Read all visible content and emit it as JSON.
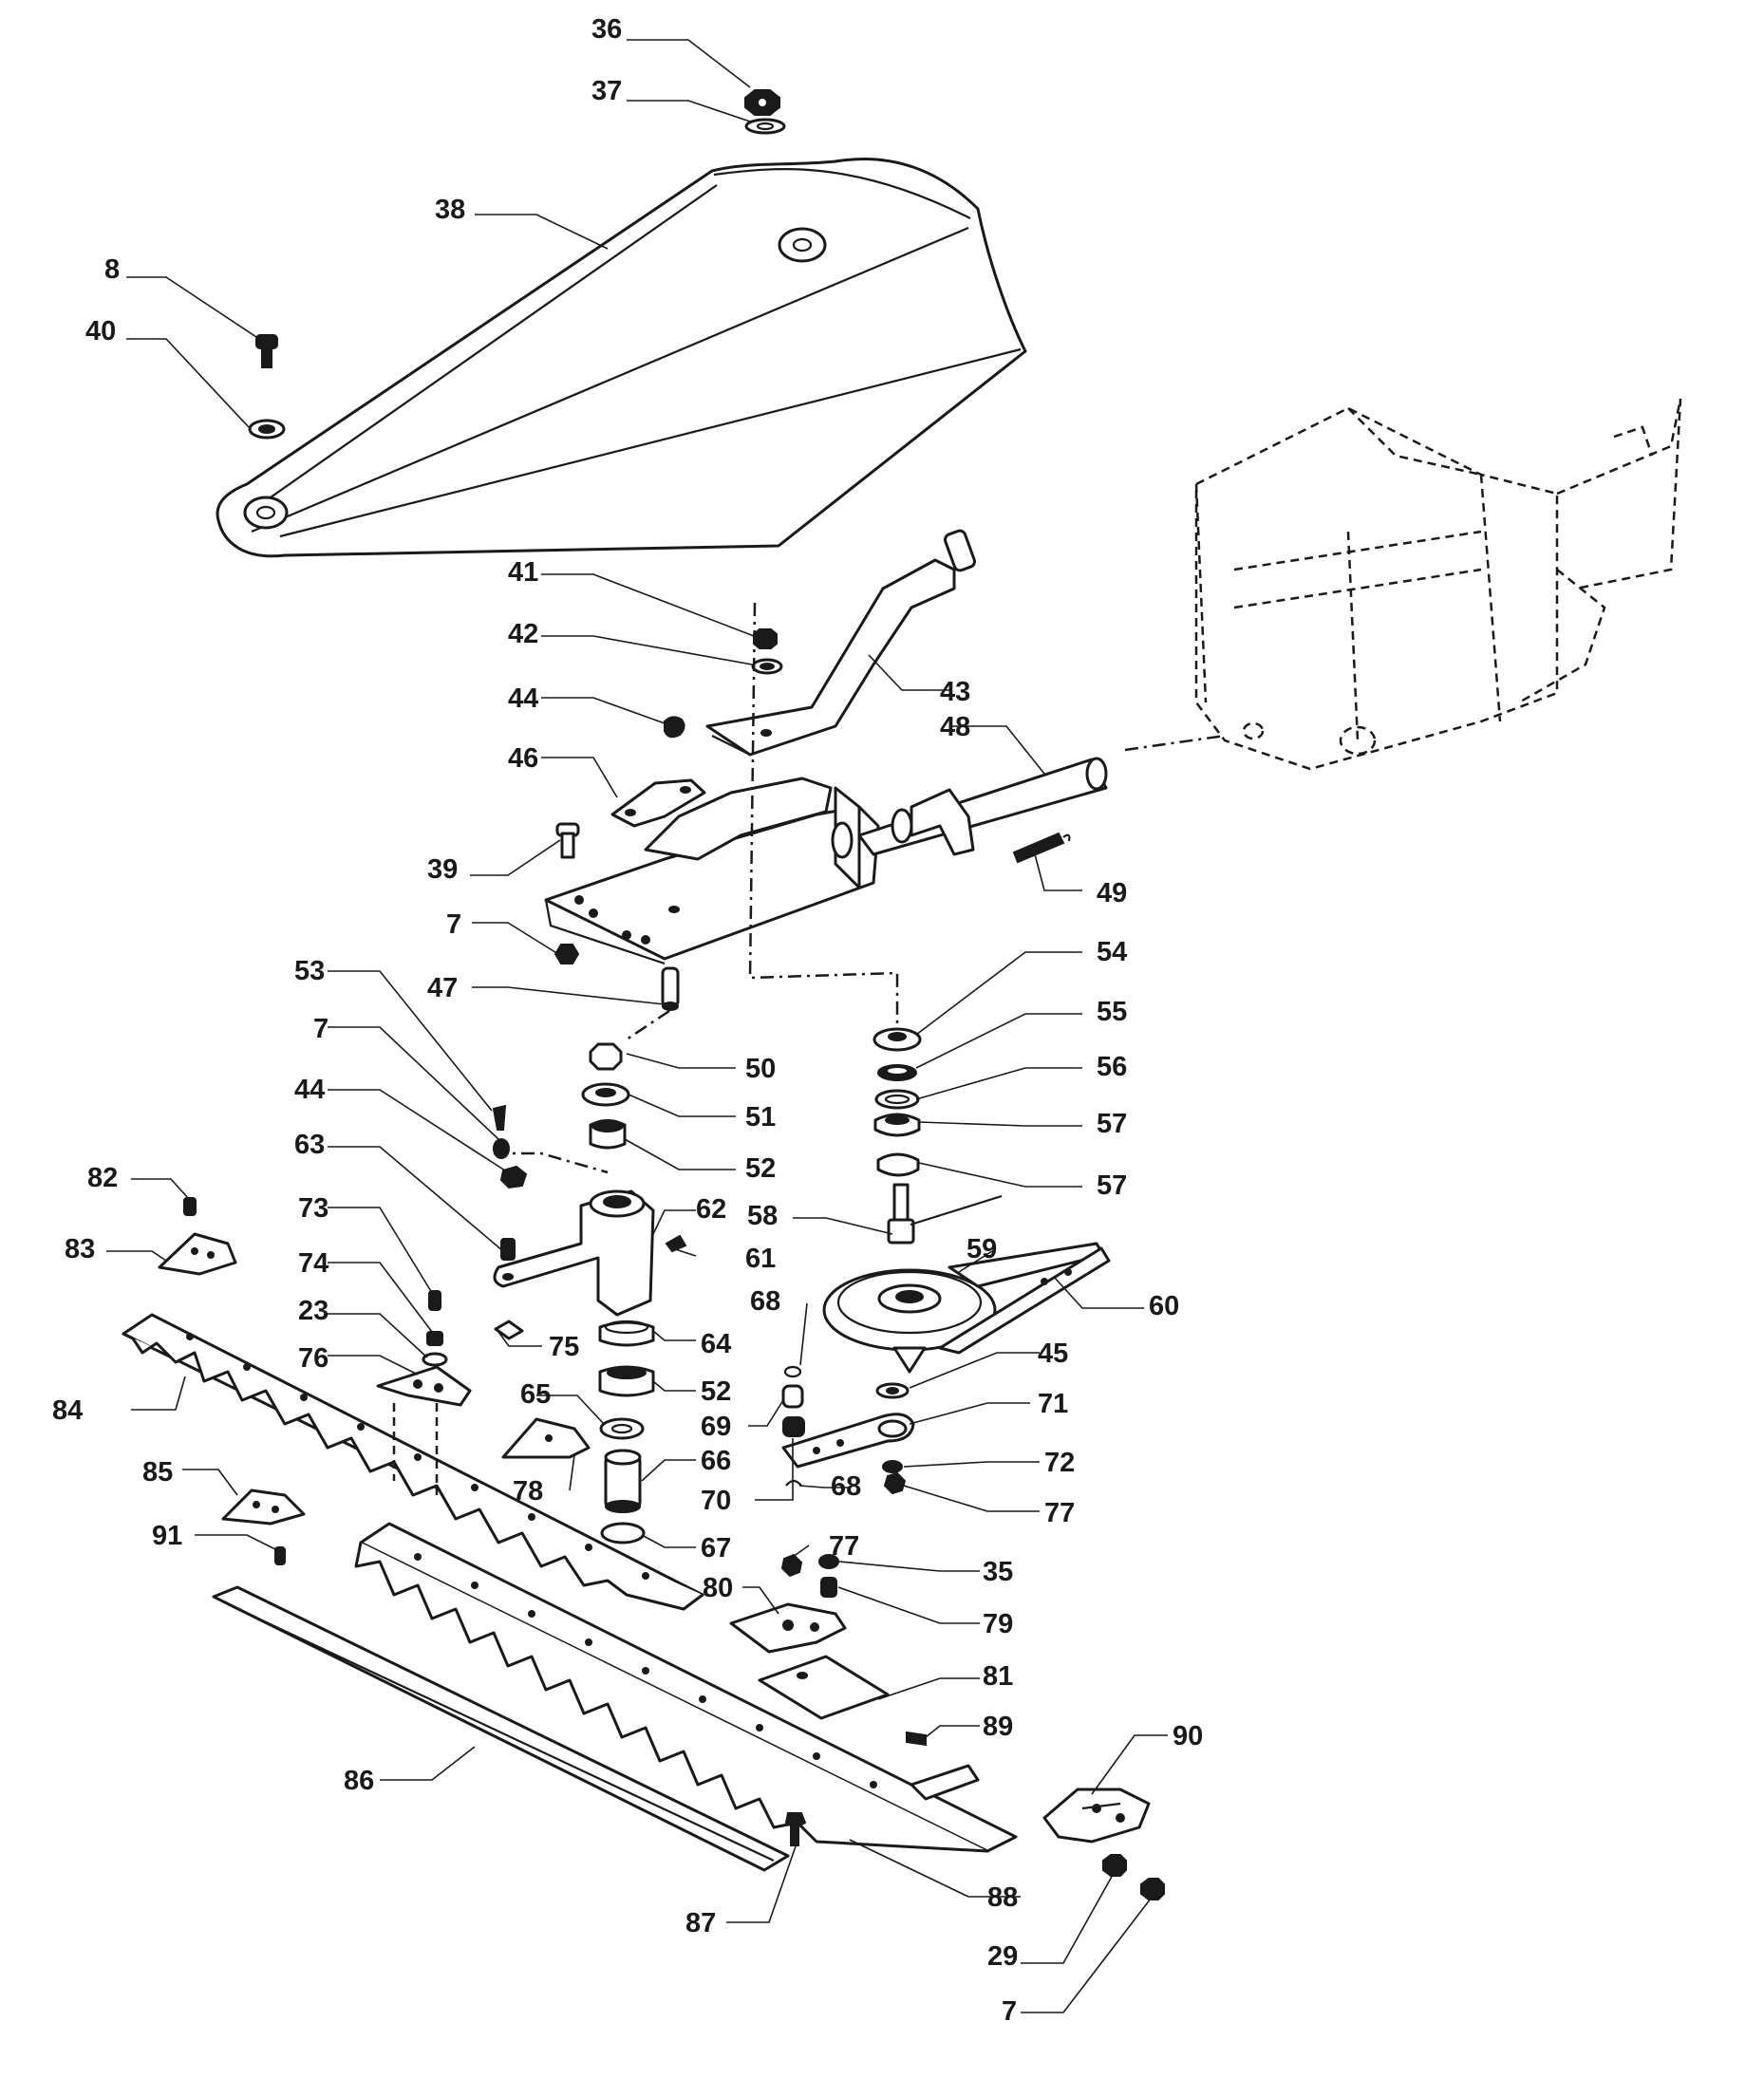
{
  "callouts": [
    {
      "n": "36"
    },
    {
      "n": "37"
    },
    {
      "n": "38"
    },
    {
      "n": "8"
    },
    {
      "n": "40"
    },
    {
      "n": "41"
    },
    {
      "n": "42"
    },
    {
      "n": "43"
    },
    {
      "n": "44"
    },
    {
      "n": "48"
    },
    {
      "n": "46"
    },
    {
      "n": "39"
    },
    {
      "n": "49"
    },
    {
      "n": "7"
    },
    {
      "n": "54"
    },
    {
      "n": "53"
    },
    {
      "n": "47"
    },
    {
      "n": "55"
    },
    {
      "n": "7"
    },
    {
      "n": "50"
    },
    {
      "n": "56"
    },
    {
      "n": "44"
    },
    {
      "n": "51"
    },
    {
      "n": "57"
    },
    {
      "n": "63"
    },
    {
      "n": "52"
    },
    {
      "n": "57"
    },
    {
      "n": "82"
    },
    {
      "n": "62"
    },
    {
      "n": "58"
    },
    {
      "n": "73"
    },
    {
      "n": "83"
    },
    {
      "n": "61"
    },
    {
      "n": "59"
    },
    {
      "n": "74"
    },
    {
      "n": "68"
    },
    {
      "n": "60"
    },
    {
      "n": "23"
    },
    {
      "n": "75"
    },
    {
      "n": "64"
    },
    {
      "n": "76"
    },
    {
      "n": "45"
    },
    {
      "n": "52"
    },
    {
      "n": "65"
    },
    {
      "n": "84"
    },
    {
      "n": "71"
    },
    {
      "n": "69"
    },
    {
      "n": "85"
    },
    {
      "n": "78"
    },
    {
      "n": "66"
    },
    {
      "n": "72"
    },
    {
      "n": "68"
    },
    {
      "n": "70"
    },
    {
      "n": "77"
    },
    {
      "n": "91"
    },
    {
      "n": "67"
    },
    {
      "n": "77"
    },
    {
      "n": "35"
    },
    {
      "n": "80"
    },
    {
      "n": "79"
    },
    {
      "n": "81"
    },
    {
      "n": "89"
    },
    {
      "n": "90"
    },
    {
      "n": "86"
    },
    {
      "n": "88"
    },
    {
      "n": "87"
    },
    {
      "n": "29"
    },
    {
      "n": "7"
    }
  ]
}
